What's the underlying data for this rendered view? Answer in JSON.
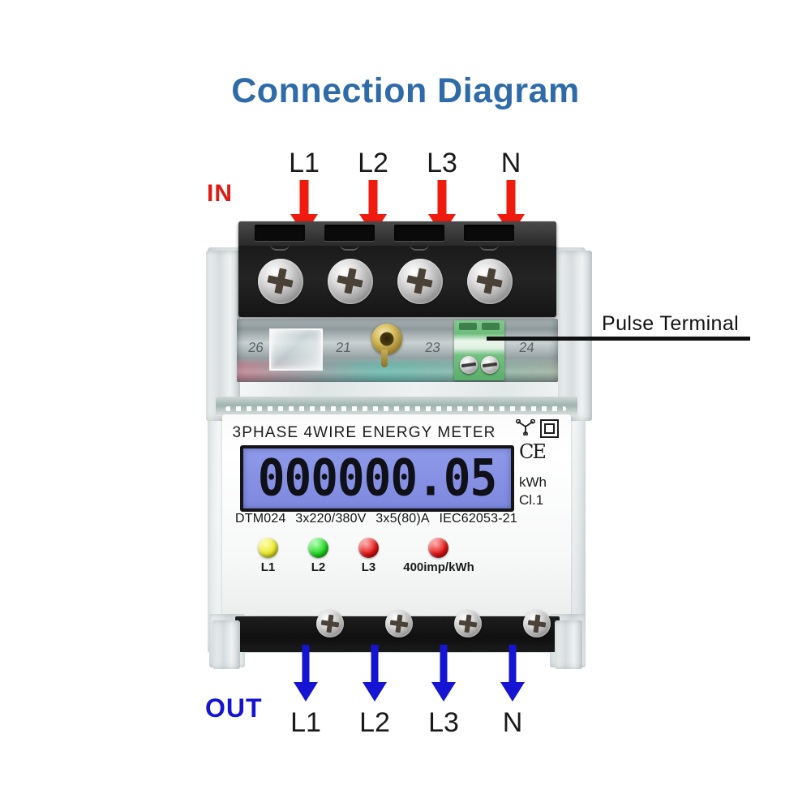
{
  "page": {
    "title": "Connection Diagram",
    "title_color": "#2e6ba8",
    "background": "#ffffff"
  },
  "annotations": {
    "input_label": "IN",
    "input_label_color": "#e01b13",
    "output_label": "OUT",
    "output_label_color": "#1414d2",
    "callout": {
      "label": "Pulse Terminal",
      "line_color": "#111111"
    },
    "input_terminals": [
      {
        "label": "L1",
        "arrow_color": "#ef1b0e"
      },
      {
        "label": "L2",
        "arrow_color": "#ef1b0e"
      },
      {
        "label": "L3",
        "arrow_color": "#ef1b0e"
      },
      {
        "label": "N",
        "arrow_color": "#ef1b0e"
      }
    ],
    "output_terminals": [
      {
        "label": "L1",
        "arrow_color": "#1414d2"
      },
      {
        "label": "L2",
        "arrow_color": "#1414d2"
      },
      {
        "label": "L3",
        "arrow_color": "#1414d2"
      },
      {
        "label": "N",
        "arrow_color": "#1414d2"
      }
    ]
  },
  "meter": {
    "faceplate_title": "3PHASE 4WIRE ENERGY METER",
    "display": {
      "value": "000000.05",
      "background_color": "#8691e4",
      "digit_color": "#101018"
    },
    "units": {
      "energy": "kWh",
      "accuracy_class": "Cl.1"
    },
    "marks": {
      "wye_symbol": "wye-connection-symbol",
      "class_ii_symbol": "double-insulation-symbol",
      "ce_mark": "CE"
    },
    "specs": {
      "model": "DTM024",
      "voltage": "3x220/380V",
      "current": "3x5(80)A",
      "standard": "IEC62053-21"
    },
    "indicators": [
      {
        "label": "L1",
        "color": "#e8e82a"
      },
      {
        "label": "L2",
        "color": "#1fd81f"
      },
      {
        "label": "L3",
        "color": "#e21414"
      },
      {
        "label": "400imp/kWh",
        "color": "#e21414"
      }
    ],
    "internal_markings": [
      "26",
      "21",
      "23",
      "24"
    ]
  }
}
